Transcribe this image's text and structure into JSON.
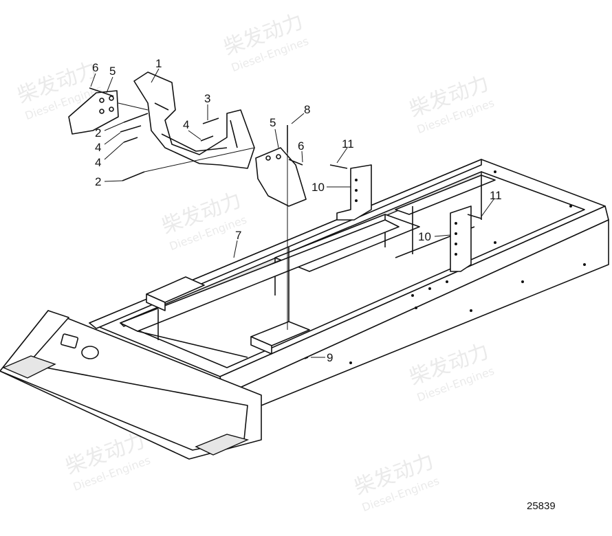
{
  "diagram": {
    "figure_number": "25839",
    "watermark": {
      "brand": "柴发动力",
      "subtitle": "Diesel-Engines"
    },
    "callouts": [
      {
        "label": "1"
      },
      {
        "label": "2"
      },
      {
        "label": "2"
      },
      {
        "label": "3"
      },
      {
        "label": "4"
      },
      {
        "label": "4"
      },
      {
        "label": "4"
      },
      {
        "label": "5"
      },
      {
        "label": "5"
      },
      {
        "label": "6"
      },
      {
        "label": "6"
      },
      {
        "label": "7"
      },
      {
        "label": "8"
      },
      {
        "label": "9"
      },
      {
        "label": "10"
      },
      {
        "label": "10"
      },
      {
        "label": "11"
      },
      {
        "label": "11"
      }
    ]
  }
}
